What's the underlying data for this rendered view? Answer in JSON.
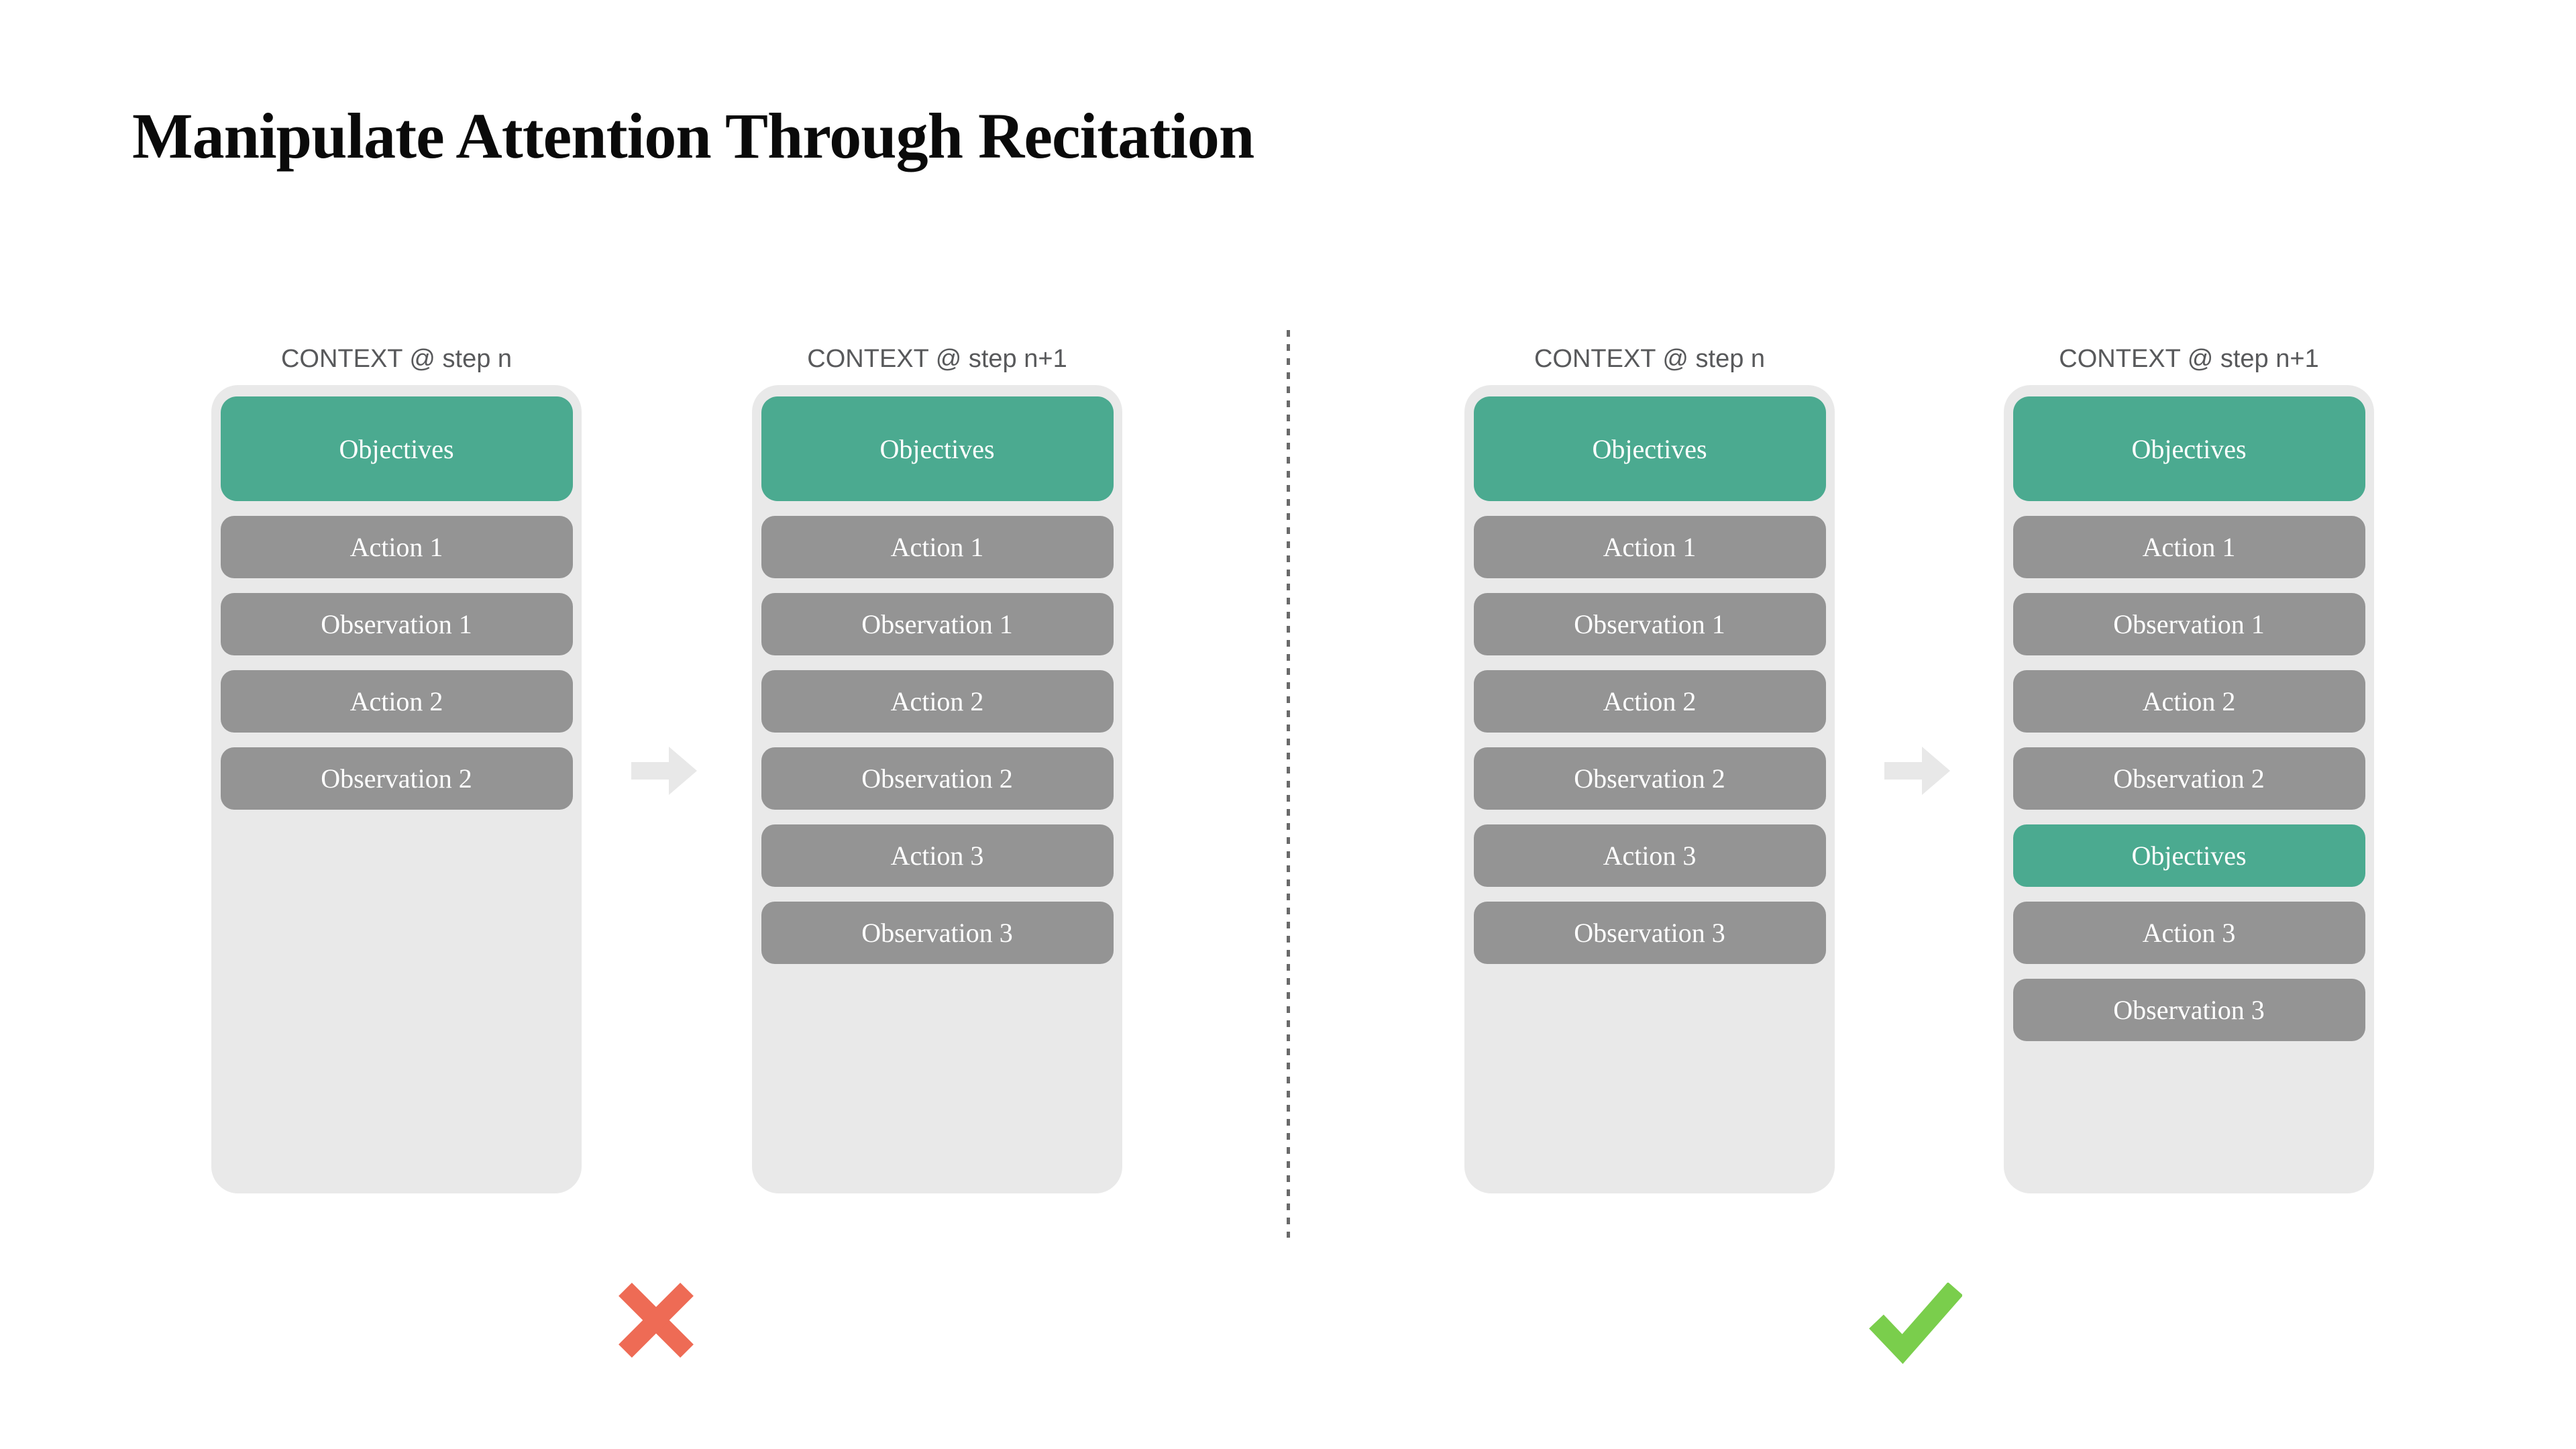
{
  "title": "Manipulate Attention Through Recitation",
  "colors": {
    "title_text": "#0a0a0a",
    "header_text": "#58595b",
    "container_bg": "#e9e9e9",
    "teal": "#4baa90",
    "gray_block": "#949494",
    "block_text": "#ffffff",
    "arrow": "#e8e8e8",
    "divider": "#6a6a6a",
    "cross": "#ee6b55",
    "check": "#7ace4c"
  },
  "panels": [
    {
      "verdict": "cross-icon",
      "columns": [
        {
          "header": "CONTEXT @ step n",
          "blocks": [
            {
              "label": "Objectives",
              "type": "objective",
              "tall": true
            },
            {
              "label": "Action 1",
              "type": "step"
            },
            {
              "label": "Observation 1",
              "type": "step"
            },
            {
              "label": "Action 2",
              "type": "step"
            },
            {
              "label": "Observation 2",
              "type": "step"
            }
          ]
        },
        {
          "header": "CONTEXT @ step n+1",
          "blocks": [
            {
              "label": "Objectives",
              "type": "objective",
              "tall": true
            },
            {
              "label": "Action 1",
              "type": "step"
            },
            {
              "label": "Observation 1",
              "type": "step"
            },
            {
              "label": "Action 2",
              "type": "step"
            },
            {
              "label": "Observation 2",
              "type": "step"
            },
            {
              "label": "Action 3",
              "type": "step"
            },
            {
              "label": "Observation 3",
              "type": "step"
            }
          ]
        }
      ]
    },
    {
      "verdict": "check-icon",
      "columns": [
        {
          "header": "CONTEXT @ step n",
          "blocks": [
            {
              "label": "Objectives",
              "type": "objective",
              "tall": true
            },
            {
              "label": "Action 1",
              "type": "step"
            },
            {
              "label": "Observation 1",
              "type": "step"
            },
            {
              "label": "Action 2",
              "type": "step"
            },
            {
              "label": "Observation 2",
              "type": "step"
            },
            {
              "label": "Action 3",
              "type": "step"
            },
            {
              "label": "Observation 3",
              "type": "step"
            }
          ]
        },
        {
          "header": "CONTEXT @ step n+1",
          "blocks": [
            {
              "label": "Objectives",
              "type": "objective",
              "tall": true
            },
            {
              "label": "Action 1",
              "type": "step"
            },
            {
              "label": "Observation 1",
              "type": "step"
            },
            {
              "label": "Action 2",
              "type": "step"
            },
            {
              "label": "Observation 2",
              "type": "step"
            },
            {
              "label": "Objectives",
              "type": "objective",
              "tall": false
            },
            {
              "label": "Action 3",
              "type": "step"
            },
            {
              "label": "Observation 3",
              "type": "step"
            }
          ]
        }
      ]
    }
  ]
}
